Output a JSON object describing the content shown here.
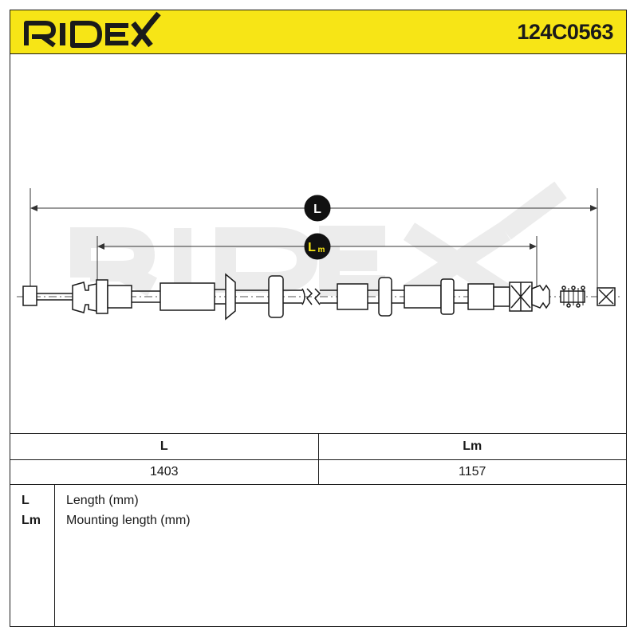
{
  "header": {
    "brand": "RIDEX",
    "part_number": "124C0563"
  },
  "drawing": {
    "markers": [
      {
        "label": "L"
      },
      {
        "label": "L",
        "sub": "m"
      }
    ],
    "watermark": "RIDEX"
  },
  "dimensions": {
    "columns": [
      "L",
      "Lm"
    ],
    "values": [
      "1403",
      "1157"
    ]
  },
  "legend": [
    {
      "key": "L",
      "text": "Length (mm)"
    },
    {
      "key": "Lm",
      "text": "Mounting length (mm)"
    }
  ],
  "colors": {
    "brand_yellow": "#f7e516",
    "line": "#1a1a1a",
    "watermark": "#ececec"
  }
}
